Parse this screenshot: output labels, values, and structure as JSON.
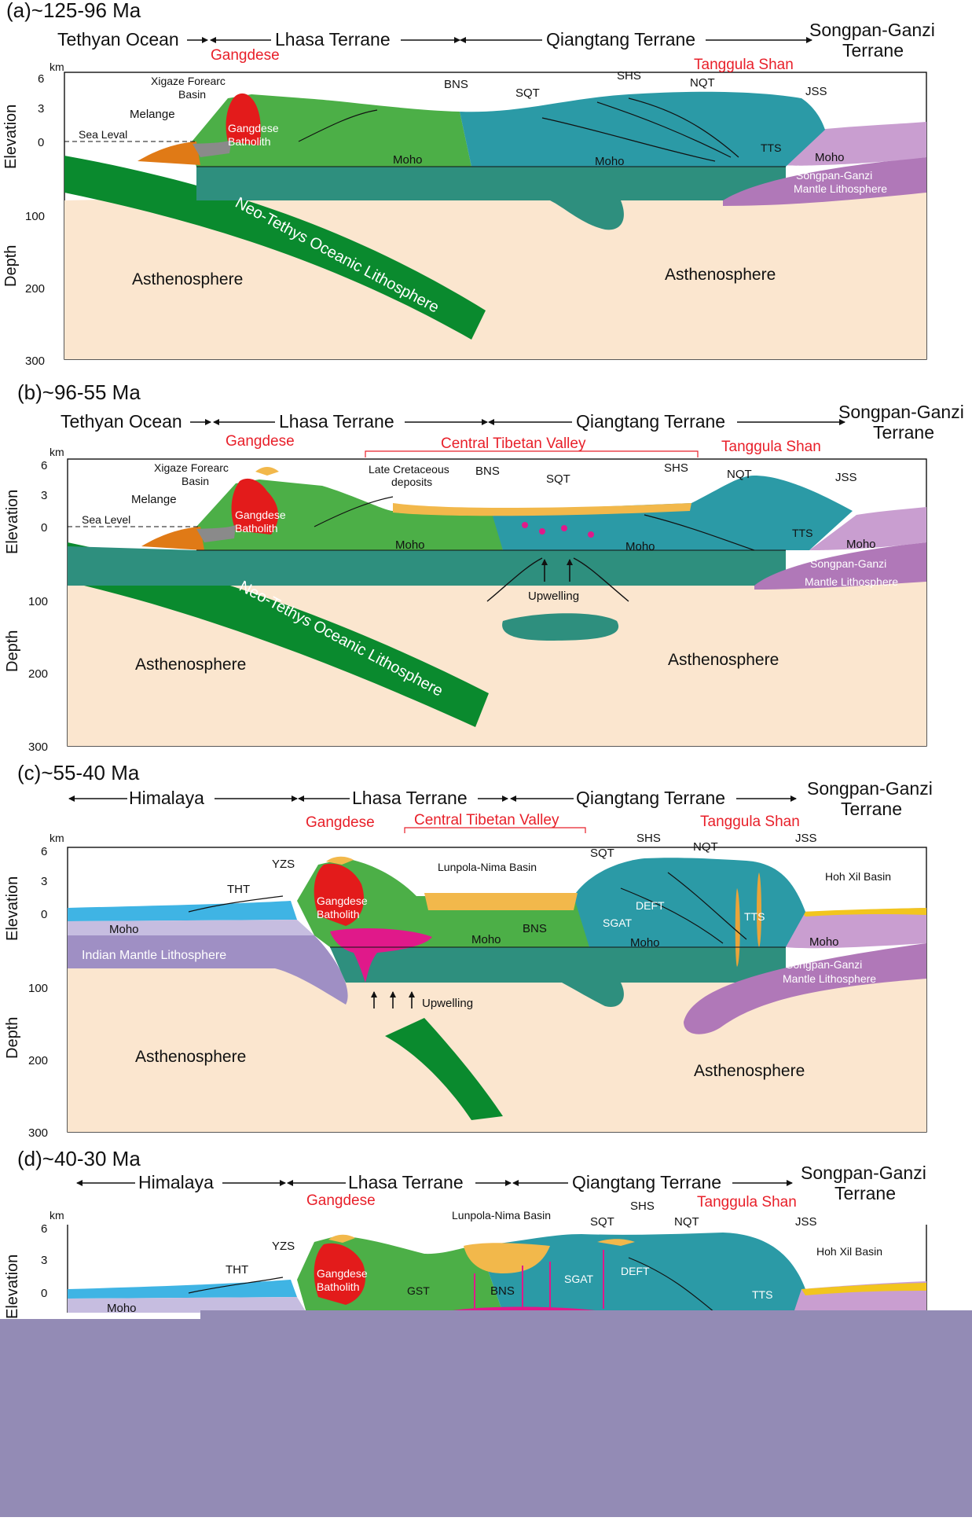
{
  "colors": {
    "lhasa": "#4caf47",
    "qiangtang": "#2b9aa6",
    "mantle": "#2e8f7e",
    "asthenosphere": "#fbe6cf",
    "songpan": "#b078b8",
    "slab": "#0a8a2e",
    "batholith": "#e31b1b",
    "melange": "#e07a16",
    "basin": "#f2b84b",
    "magma": "#e0198a",
    "himalaya": "#3fb4e4",
    "indian_mantle": "#9f8fc4",
    "footer": "#938bb5"
  },
  "common": {
    "km": "km",
    "elevation": "Elevation",
    "depth": "Depth",
    "ticks_elev": [
      "6",
      "3",
      "0"
    ],
    "ticks_depth": [
      "100",
      "200",
      "300"
    ]
  },
  "panel_a": {
    "title": "(a)~125-96 Ma",
    "head_tethys": "Tethyan Ocean",
    "head_lhasa": "Lhasa Terrane",
    "head_qiangtang": "Qiangtang Terrane",
    "head_songpan_1": "Songpan-Ganzi",
    "head_songpan_2": "Terrane",
    "gangdese": "Gangdese",
    "tanggula": "Tanggula Shan",
    "xigaze_1": "Xigaze Forearc",
    "xigaze_2": "Basin",
    "melange": "Melange",
    "sea_level": "Sea Leval",
    "batholith_1": "Gangdese",
    "batholith_2": "Batholith",
    "bns": "BNS",
    "sqt": "SQT",
    "shs": "SHS",
    "nqt": "NQT",
    "jss": "JSS",
    "tts": "TTS",
    "moho_1": "Moho",
    "moho_2": "Moho",
    "moho_3": "Moho",
    "sg_mantle_1": "Songpan-Ganzi",
    "sg_mantle_2": "Mantle  Lithosphere",
    "slab": "Neo-Tethys Oceanic  Lithosphere",
    "astheno_1": "Asthenosphere",
    "astheno_2": "Asthenosphere"
  },
  "panel_b": {
    "title": "(b)~96-55 Ma",
    "head_tethys": "Tethyan Ocean",
    "head_lhasa": "Lhasa Terrane",
    "head_qiangtang": "Qiangtang Terrane",
    "head_songpan_1": "Songpan-Ganzi",
    "head_songpan_2": "Terrane",
    "gangdese": "Gangdese",
    "central_valley": "Central Tibetan Valley",
    "tanggula": "Tanggula Shan",
    "xigaze_1": "Xigaze Forearc",
    "xigaze_2": "Basin",
    "melange": "Melange",
    "sea_level": "Sea Level",
    "batholith_1": "Gangdese",
    "batholith_2": "Batholith",
    "late_cret_1": "Late Cretaceous",
    "late_cret_2": "deposits",
    "bns": "BNS",
    "sqt": "SQT",
    "shs": "SHS",
    "nqt": "NQT",
    "jss": "JSS",
    "tts": "TTS",
    "moho_1": "Moho",
    "moho_2": "Moho",
    "moho_3": "Moho",
    "upwelling": "Upwelling",
    "sg_mantle_1": "Songpan-Ganzi",
    "sg_mantle_2": "Mantle Lithosphere",
    "slab": "Neo-Tethys Oceanic  Lithosphere",
    "astheno_1": "Asthenosphere",
    "astheno_2": "Asthenosphere"
  },
  "panel_c": {
    "title": "(c)~55-40 Ma",
    "head_himalaya": "Himalaya",
    "head_lhasa": "Lhasa Terrane",
    "head_qiangtang": "Qiangtang Terrane",
    "head_songpan_1": "Songpan-Ganzi",
    "head_songpan_2": "Terrane",
    "gangdese": "Gangdese",
    "central_valley": "Central Tibetan Valley",
    "tanggula": "Tanggula Shan",
    "tht": "THT",
    "yzs": "YZS",
    "lunpola": "Lunpola-Nima Basin",
    "sqt": "SQT",
    "shs": "SHS",
    "nqt": "NQT",
    "jss": "JSS",
    "hoh_xil": "Hoh Xil Basin",
    "batholith_1": "Gangdese",
    "batholith_2": "Batholith",
    "deft": "DEFT",
    "sgat": "SGAT",
    "tts": "TTS",
    "bns": "BNS",
    "moho_1": "Moho",
    "moho_2": "Moho",
    "moho_3": "Moho",
    "moho_4": "Moho",
    "indian_mantle": "Indian Mantle  Lithosphere",
    "upwelling": "Upwelling",
    "sg_mantle_1": "Songpan-Ganzi",
    "sg_mantle_2": "Mantle Lithosphere",
    "astheno_1": "Asthenosphere",
    "astheno_2": "Asthenosphere"
  },
  "panel_d": {
    "title": "(d)~40-30 Ma",
    "head_himalaya": "Himalaya",
    "head_lhasa": "Lhasa Terrane",
    "head_qiangtang": "Qiangtang Terrane",
    "head_songpan_1": "Songpan-Ganzi",
    "head_songpan_2": "Terrane",
    "gangdese": "Gangdese",
    "tanggula": "Tanggula Shan",
    "tht": "THT",
    "yzs": "YZS",
    "lunpola": "Lunpola-Nima Basin",
    "sqt": "SQT",
    "shs": "SHS",
    "nqt": "NQT",
    "jss": "JSS",
    "hoh_xil": "Hoh Xil Basin",
    "batholith_1": "Gangdese",
    "batholith_2": "Batholith",
    "gst": "GST",
    "bns": "BNS",
    "sgat": "SGAT",
    "deft": "DEFT",
    "tts": "TTS",
    "moho": "Moho"
  }
}
